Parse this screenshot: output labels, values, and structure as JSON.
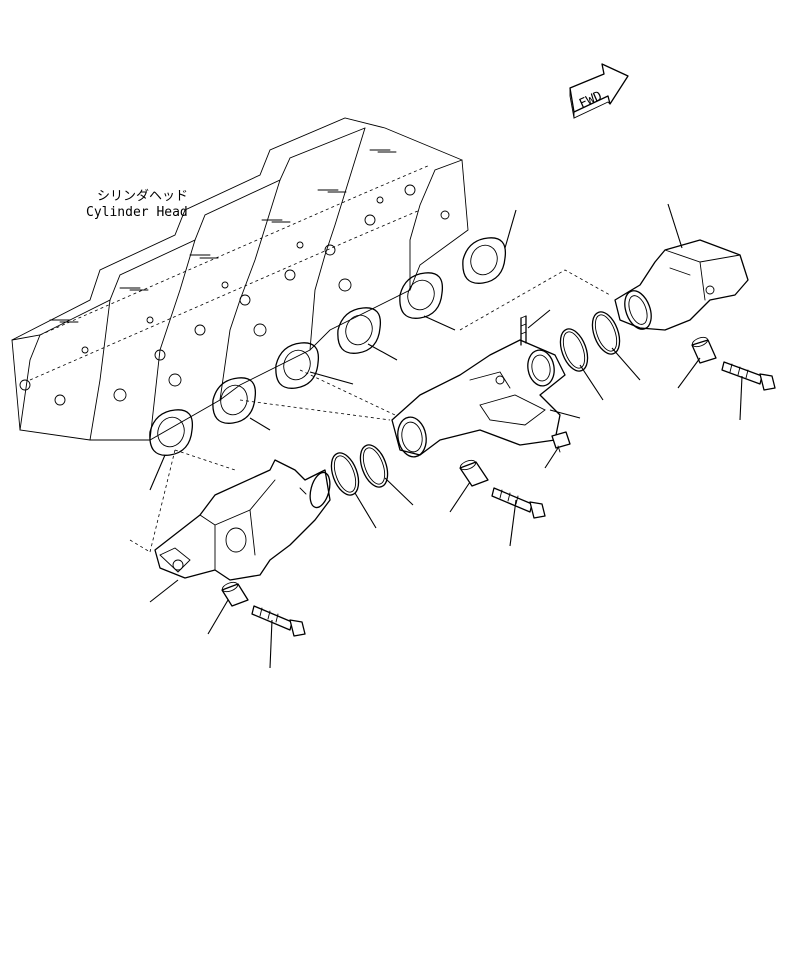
{
  "labels": {
    "part_name_jp": "シリンダヘッド",
    "part_name_en": "Cylinder Head",
    "direction": "FWD"
  }
}
